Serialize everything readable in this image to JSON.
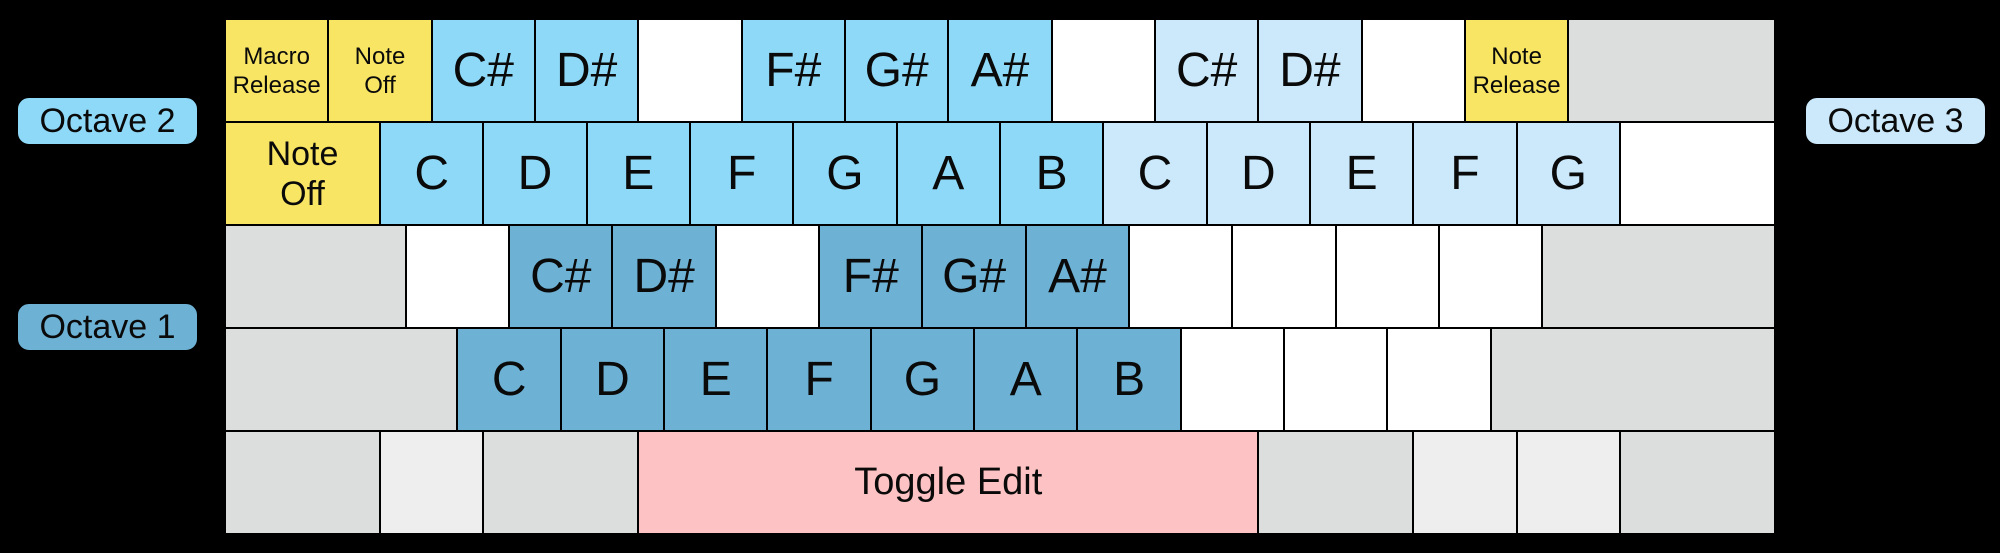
{
  "labels": {
    "octave1": "Octave 1",
    "octave2": "Octave 2",
    "octave3": "Octave 3"
  },
  "colors": {
    "background": "#000000",
    "border": "#000000",
    "function_key": "#f8e564",
    "octave1_key": "#6db1d4",
    "octave2_key": "#8ed9f7",
    "octave3_key": "#cbe9fb",
    "blank_key": "#ffffff",
    "modifier_key": "#dcdddd",
    "modifier_key_light": "#eeeeee",
    "toggle_edit_key": "#fdc3c4"
  },
  "keyboard": {
    "rows": [
      {
        "keys": [
          {
            "name": "key-macro-release",
            "lines": [
              "Macro",
              "Release"
            ],
            "type": "function",
            "size": "sm",
            "w": 1
          },
          {
            "name": "key-note-off",
            "lines": [
              "Note",
              "Off"
            ],
            "type": "function",
            "size": "sm",
            "w": 1
          },
          {
            "name": "key-c-sharp-octave2",
            "label": "C#",
            "type": "oct2",
            "w": 1
          },
          {
            "name": "key-d-sharp-octave2",
            "label": "D#",
            "type": "oct2",
            "w": 1
          },
          {
            "name": "key-blank-white",
            "label": "",
            "type": "blank",
            "w": 1
          },
          {
            "name": "key-f-sharp-octave2",
            "label": "F#",
            "type": "oct2",
            "w": 1
          },
          {
            "name": "key-g-sharp-octave2",
            "label": "G#",
            "type": "oct2",
            "w": 1
          },
          {
            "name": "key-a-sharp-octave2",
            "label": "A#",
            "type": "oct2",
            "w": 1
          },
          {
            "name": "key-blank-white",
            "label": "",
            "type": "blank",
            "w": 1
          },
          {
            "name": "key-c-sharp-octave3",
            "label": "C#",
            "type": "oct3",
            "w": 1
          },
          {
            "name": "key-d-sharp-octave3",
            "label": "D#",
            "type": "oct3",
            "w": 1
          },
          {
            "name": "key-blank-white",
            "label": "",
            "type": "blank",
            "w": 1
          },
          {
            "name": "key-note-release",
            "lines": [
              "Note",
              "Release"
            ],
            "type": "function",
            "size": "sm",
            "w": 1
          },
          {
            "name": "key-blank-gray",
            "label": "",
            "type": "gray",
            "w": 2
          }
        ]
      },
      {
        "keys": [
          {
            "name": "key-note-off-wide",
            "lines": [
              "Note",
              "Off"
            ],
            "type": "function",
            "size": "md",
            "w": 1.5
          },
          {
            "name": "key-c-octave2",
            "label": "C",
            "type": "oct2",
            "w": 1
          },
          {
            "name": "key-d-octave2",
            "label": "D",
            "type": "oct2",
            "w": 1
          },
          {
            "name": "key-e-octave2",
            "label": "E",
            "type": "oct2",
            "w": 1
          },
          {
            "name": "key-f-octave2",
            "label": "F",
            "type": "oct2",
            "w": 1
          },
          {
            "name": "key-g-octave2",
            "label": "G",
            "type": "oct2",
            "w": 1
          },
          {
            "name": "key-a-octave2",
            "label": "A",
            "type": "oct2",
            "w": 1
          },
          {
            "name": "key-b-octave2",
            "label": "B",
            "type": "oct2",
            "w": 1
          },
          {
            "name": "key-c-octave3",
            "label": "C",
            "type": "oct3",
            "w": 1
          },
          {
            "name": "key-d-octave3",
            "label": "D",
            "type": "oct3",
            "w": 1
          },
          {
            "name": "key-e-octave3",
            "label": "E",
            "type": "oct3",
            "w": 1
          },
          {
            "name": "key-f-octave3",
            "label": "F",
            "type": "oct3",
            "w": 1
          },
          {
            "name": "key-g-octave3",
            "label": "G",
            "type": "oct3",
            "w": 1
          },
          {
            "name": "key-blank-white",
            "label": "",
            "type": "blank",
            "w": 1.5
          }
        ]
      },
      {
        "keys": [
          {
            "name": "key-blank-gray",
            "label": "",
            "type": "gray",
            "w": 1.75
          },
          {
            "name": "key-blank-white",
            "label": "",
            "type": "blank",
            "w": 1
          },
          {
            "name": "key-c-sharp-octave1",
            "label": "C#",
            "type": "oct1",
            "w": 1
          },
          {
            "name": "key-d-sharp-octave1",
            "label": "D#",
            "type": "oct1",
            "w": 1
          },
          {
            "name": "key-blank-white",
            "label": "",
            "type": "blank",
            "w": 1
          },
          {
            "name": "key-f-sharp-octave1",
            "label": "F#",
            "type": "oct1",
            "w": 1
          },
          {
            "name": "key-g-sharp-octave1",
            "label": "G#",
            "type": "oct1",
            "w": 1
          },
          {
            "name": "key-a-sharp-octave1",
            "label": "A#",
            "type": "oct1",
            "w": 1
          },
          {
            "name": "key-blank-white",
            "label": "",
            "type": "blank",
            "w": 1
          },
          {
            "name": "key-blank-white",
            "label": "",
            "type": "blank",
            "w": 1
          },
          {
            "name": "key-blank-white",
            "label": "",
            "type": "blank",
            "w": 1
          },
          {
            "name": "key-blank-white",
            "label": "",
            "type": "blank",
            "w": 1
          },
          {
            "name": "key-blank-gray",
            "label": "",
            "type": "gray",
            "w": 2.25
          }
        ]
      },
      {
        "keys": [
          {
            "name": "key-blank-gray",
            "label": "",
            "type": "gray",
            "w": 2.25
          },
          {
            "name": "key-c-octave1",
            "label": "C",
            "type": "oct1",
            "w": 1
          },
          {
            "name": "key-d-octave1",
            "label": "D",
            "type": "oct1",
            "w": 1
          },
          {
            "name": "key-e-octave1",
            "label": "E",
            "type": "oct1",
            "w": 1
          },
          {
            "name": "key-f-octave1",
            "label": "F",
            "type": "oct1",
            "w": 1
          },
          {
            "name": "key-g-octave1",
            "label": "G",
            "type": "oct1",
            "w": 1
          },
          {
            "name": "key-a-octave1",
            "label": "A",
            "type": "oct1",
            "w": 1
          },
          {
            "name": "key-b-octave1",
            "label": "B",
            "type": "oct1",
            "w": 1
          },
          {
            "name": "key-blank-white",
            "label": "",
            "type": "blank",
            "w": 1
          },
          {
            "name": "key-blank-white",
            "label": "",
            "type": "blank",
            "w": 1
          },
          {
            "name": "key-blank-white",
            "label": "",
            "type": "blank",
            "w": 1
          },
          {
            "name": "key-blank-gray",
            "label": "",
            "type": "gray",
            "w": 2.75
          }
        ]
      },
      {
        "keys": [
          {
            "name": "key-blank-gray",
            "label": "",
            "type": "gray",
            "w": 1.5
          },
          {
            "name": "key-blank-gray-light",
            "label": "",
            "type": "graylight",
            "w": 1
          },
          {
            "name": "key-blank-gray",
            "label": "",
            "type": "gray",
            "w": 1.5
          },
          {
            "name": "key-toggle-edit",
            "label": "Toggle Edit",
            "type": "toggle",
            "size": "tg",
            "w": 6
          },
          {
            "name": "key-blank-gray",
            "label": "",
            "type": "gray",
            "w": 1.5
          },
          {
            "name": "key-blank-gray-light",
            "label": "",
            "type": "graylight",
            "w": 1
          },
          {
            "name": "key-blank-gray-light",
            "label": "",
            "type": "graylight",
            "w": 1
          },
          {
            "name": "key-blank-gray",
            "label": "",
            "type": "gray",
            "w": 1.5
          }
        ]
      }
    ]
  }
}
